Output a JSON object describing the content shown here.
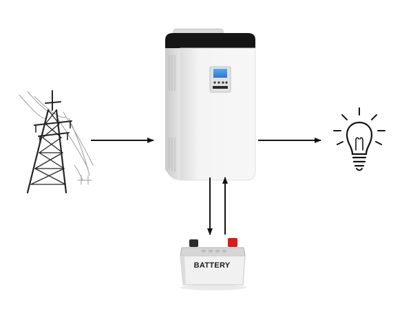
{
  "diagram": {
    "nodes": [
      {
        "id": "grid",
        "icon": "power-pylon-icon"
      },
      {
        "id": "inverter",
        "icon": "solar-inverter-icon",
        "display_color": "#3a8fe0"
      },
      {
        "id": "load",
        "icon": "light-bulb-icon"
      },
      {
        "id": "battery",
        "icon": "battery-icon",
        "label": "BATTERY",
        "terminal_colors": [
          "#2a2a2a",
          "#d81c1c"
        ]
      }
    ],
    "edges": [
      {
        "from": "grid",
        "to": "inverter"
      },
      {
        "from": "inverter",
        "to": "load"
      },
      {
        "from": "inverter",
        "to": "battery"
      },
      {
        "from": "battery",
        "to": "inverter"
      }
    ]
  }
}
